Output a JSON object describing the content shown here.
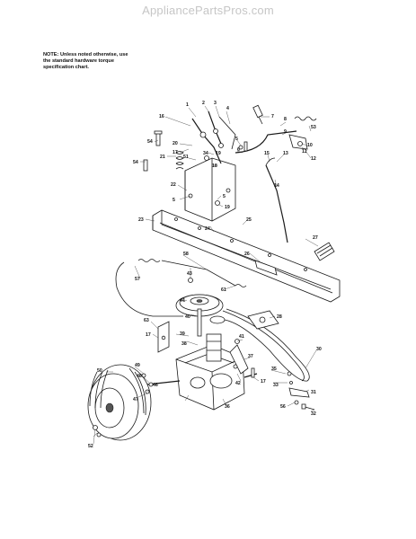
{
  "watermark": "AppliancePartsPros.com",
  "note": {
    "lines": [
      "NOTE: Unless noted otherwise, use",
      "the standard hardware torque",
      "specification chart."
    ]
  },
  "callouts": [
    {
      "id": "c1",
      "text": "1"
    },
    {
      "id": "c2",
      "text": "2"
    },
    {
      "id": "c3",
      "text": "3"
    },
    {
      "id": "c4",
      "text": "4"
    },
    {
      "id": "c16",
      "text": "16"
    },
    {
      "id": "c54a",
      "text": "54"
    },
    {
      "id": "c54b",
      "text": "54"
    },
    {
      "id": "c20",
      "text": "20"
    },
    {
      "id": "c17a",
      "text": "17"
    },
    {
      "id": "c21",
      "text": "21"
    },
    {
      "id": "c51",
      "text": "51"
    },
    {
      "id": "c34",
      "text": "34"
    },
    {
      "id": "c19a",
      "text": "19"
    },
    {
      "id": "c18",
      "text": "18"
    },
    {
      "id": "c5a",
      "text": "5"
    },
    {
      "id": "c6",
      "text": "6"
    },
    {
      "id": "c22",
      "text": "22"
    },
    {
      "id": "c5b",
      "text": "5"
    },
    {
      "id": "c5c",
      "text": "5"
    },
    {
      "id": "c19b",
      "text": "19"
    },
    {
      "id": "c7",
      "text": "7"
    },
    {
      "id": "c8",
      "text": "8"
    },
    {
      "id": "c9",
      "text": "9"
    },
    {
      "id": "c53",
      "text": "53"
    },
    {
      "id": "c10",
      "text": "10"
    },
    {
      "id": "c11",
      "text": "11"
    },
    {
      "id": "c12",
      "text": "12"
    },
    {
      "id": "c13",
      "text": "13"
    },
    {
      "id": "c15",
      "text": "15"
    },
    {
      "id": "c14",
      "text": "14"
    },
    {
      "id": "c23",
      "text": "23"
    },
    {
      "id": "c24",
      "text": "24"
    },
    {
      "id": "c25",
      "text": "25"
    },
    {
      "id": "c26",
      "text": "26"
    },
    {
      "id": "c27",
      "text": "27"
    },
    {
      "id": "c58",
      "text": "58"
    },
    {
      "id": "c57",
      "text": "57"
    },
    {
      "id": "c43",
      "text": "43"
    },
    {
      "id": "c61",
      "text": "61"
    },
    {
      "id": "c44",
      "text": "44"
    },
    {
      "id": "c40",
      "text": "40"
    },
    {
      "id": "c28",
      "text": "28"
    },
    {
      "id": "c63",
      "text": "63"
    },
    {
      "id": "c39",
      "text": "39"
    },
    {
      "id": "c41",
      "text": "41"
    },
    {
      "id": "c17b",
      "text": "17"
    },
    {
      "id": "c38",
      "text": "38"
    },
    {
      "id": "c30",
      "text": "30"
    },
    {
      "id": "c37",
      "text": "37"
    },
    {
      "id": "c42",
      "text": "42"
    },
    {
      "id": "c50",
      "text": "50"
    },
    {
      "id": "c49",
      "text": "49"
    },
    {
      "id": "c48",
      "text": "48"
    },
    {
      "id": "c46",
      "text": "46"
    },
    {
      "id": "c47",
      "text": "47"
    },
    {
      "id": "c36",
      "text": "36"
    },
    {
      "id": "c35",
      "text": "35"
    },
    {
      "id": "c17c",
      "text": "17"
    },
    {
      "id": "c33",
      "text": "33"
    },
    {
      "id": "c31",
      "text": "31"
    },
    {
      "id": "c56",
      "text": "56"
    },
    {
      "id": "c32",
      "text": "32"
    },
    {
      "id": "c52",
      "text": "52"
    }
  ]
}
